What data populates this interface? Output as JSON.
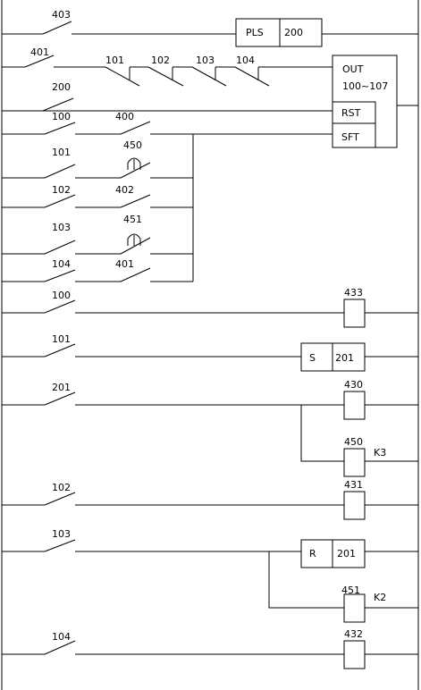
{
  "rungs": {
    "r1": {
      "contact": "403",
      "box_name": "PLS",
      "box_value": "200"
    },
    "r2": {
      "contact_a": "401",
      "contacts_nc": [
        "101",
        "102",
        "103",
        "104"
      ],
      "out_title": "OUT",
      "out_range": "100~107"
    },
    "r3": {
      "contact": "200",
      "rst_label": "RST"
    },
    "r4": {
      "contact_a": "100",
      "contact_b": "400",
      "sft_label": "SFT"
    },
    "r5": {
      "contact_a": "101",
      "contact_b": "450"
    },
    "r6": {
      "contact_a": "102",
      "contact_b": "402"
    },
    "r7": {
      "contact_a": "103",
      "contact_b": "451"
    },
    "r8": {
      "contact_a": "104",
      "contact_b": "401"
    },
    "r9": {
      "contact": "100",
      "coil": "433"
    },
    "r10": {
      "contact": "101",
      "box_name": "S",
      "box_value": "201"
    },
    "r11": {
      "contact": "201",
      "coil_a": "430",
      "coil_b": "450",
      "coil_b_note": "K3"
    },
    "r12": {
      "contact": "102",
      "coil": "431"
    },
    "r13": {
      "contact": "103",
      "box_name": "R",
      "box_value": "201",
      "coil": "451",
      "coil_note": "K2"
    },
    "r14": {
      "contact": "104",
      "coil": "432"
    }
  }
}
